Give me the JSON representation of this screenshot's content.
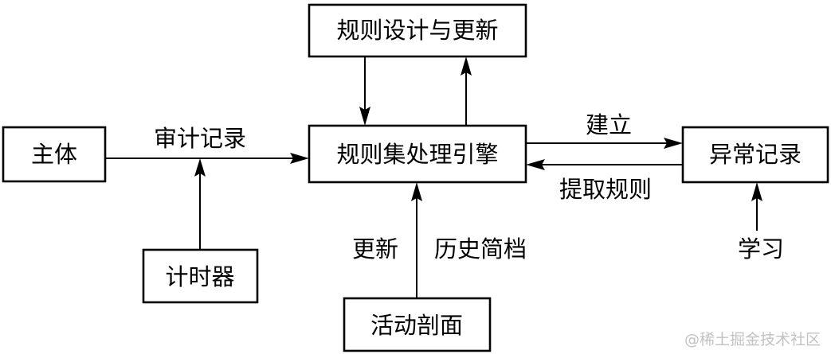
{
  "boxes": {
    "rule_design": "规则设计与更新",
    "subject": "主体",
    "engine": "规则集处理引擎",
    "anomaly_record": "异常记录",
    "timer": "计时器",
    "activity_profile": "活动剖面"
  },
  "labels": {
    "audit_record": "审计记录",
    "establish": "建立",
    "extract_rules": "提取规则",
    "update": "更新",
    "history_profile": "历史简档",
    "learning": "学习"
  },
  "watermark": "@稀土掘金技术社区"
}
